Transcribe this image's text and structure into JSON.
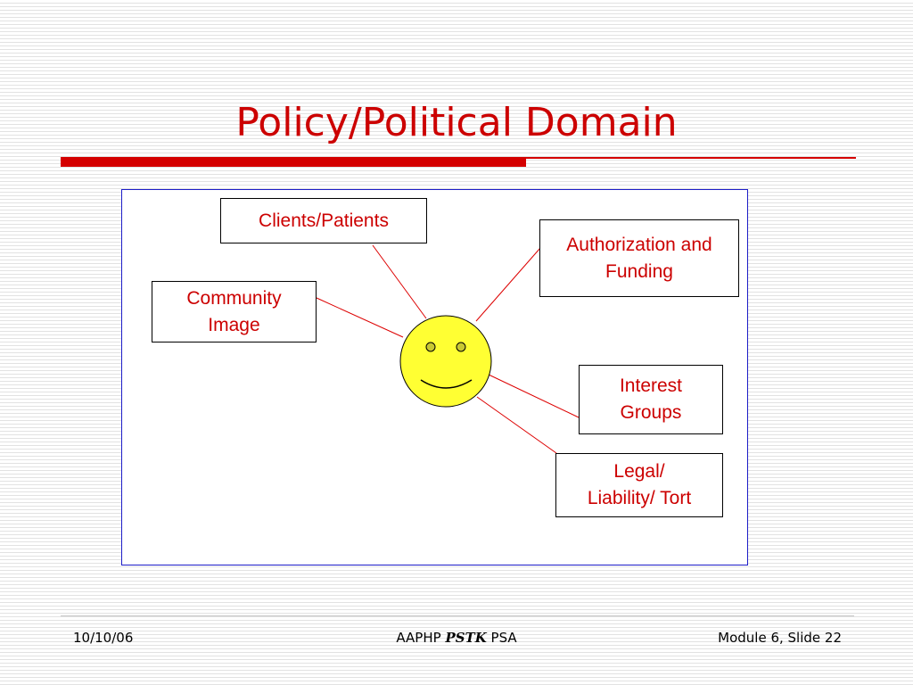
{
  "slide": {
    "title": "Policy/Political Domain",
    "colors": {
      "accent": "#cc0000",
      "frame": "#1e1ec8",
      "face": "#ffff33",
      "eye": "#c8c832"
    }
  },
  "diagram": {
    "center": {
      "icon": "smiley-face-icon"
    },
    "nodes": [
      {
        "id": "clients",
        "label": "Clients/Patients"
      },
      {
        "id": "authorization",
        "label": "Authorization and\nFunding"
      },
      {
        "id": "community",
        "label": "Community\nImage"
      },
      {
        "id": "interest",
        "label": "Interest\nGroups"
      },
      {
        "id": "legal",
        "label": "Legal/\nLiability/ Tort"
      }
    ]
  },
  "footer": {
    "date": "10/10/06",
    "center_prefix": "AAPHP",
    "center_bold": "PSTK",
    "center_suffix": "PSA",
    "slide_number": "Module 6, Slide 22"
  }
}
